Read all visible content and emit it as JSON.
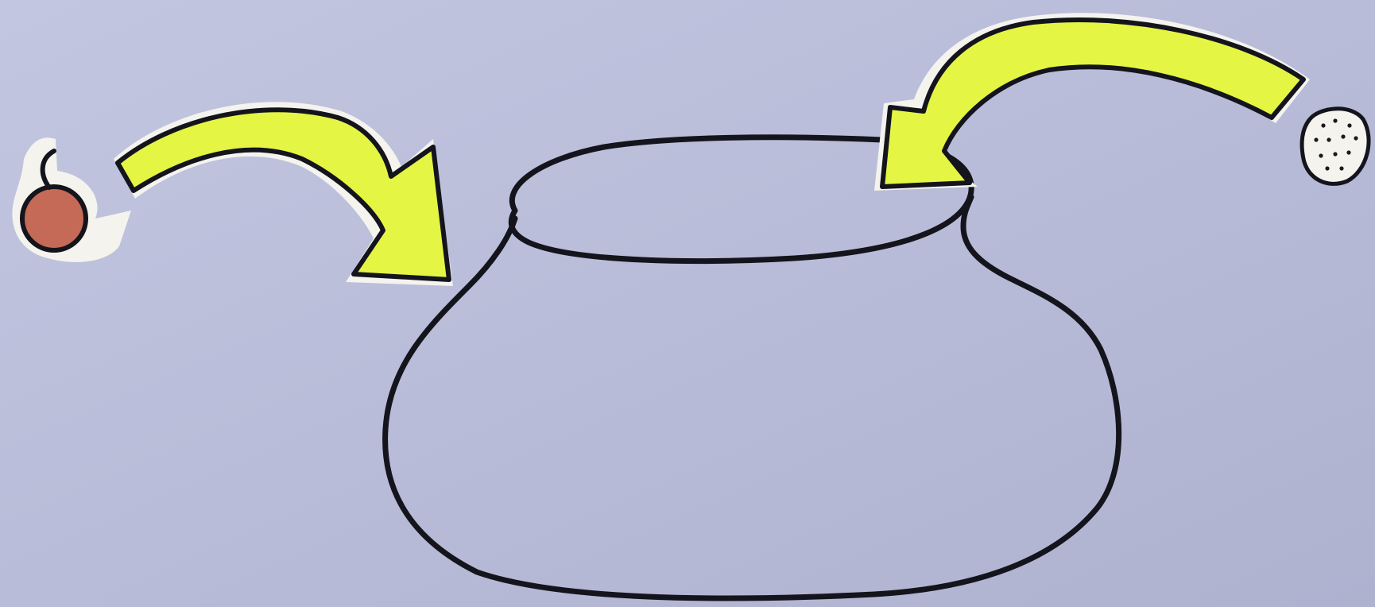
{
  "scene": {
    "background_color": "#b9bdd8",
    "paper_color": "#f4f3ee",
    "ink_color": "#14141c",
    "arrow_fill_color": "#e4f544",
    "fruit_fill_color": "#c46a56",
    "seed_color": "#1a1a1a",
    "objects": [
      {
        "name": "pot-outline",
        "kind": "drawing"
      },
      {
        "name": "arrow-left",
        "kind": "paper-cutout",
        "direction": "into-pot"
      },
      {
        "name": "arrow-right",
        "kind": "paper-cutout",
        "direction": "into-pot"
      },
      {
        "name": "fruit-with-stem",
        "kind": "paper-cutout"
      },
      {
        "name": "seeded-round",
        "kind": "paper-cutout"
      }
    ]
  }
}
